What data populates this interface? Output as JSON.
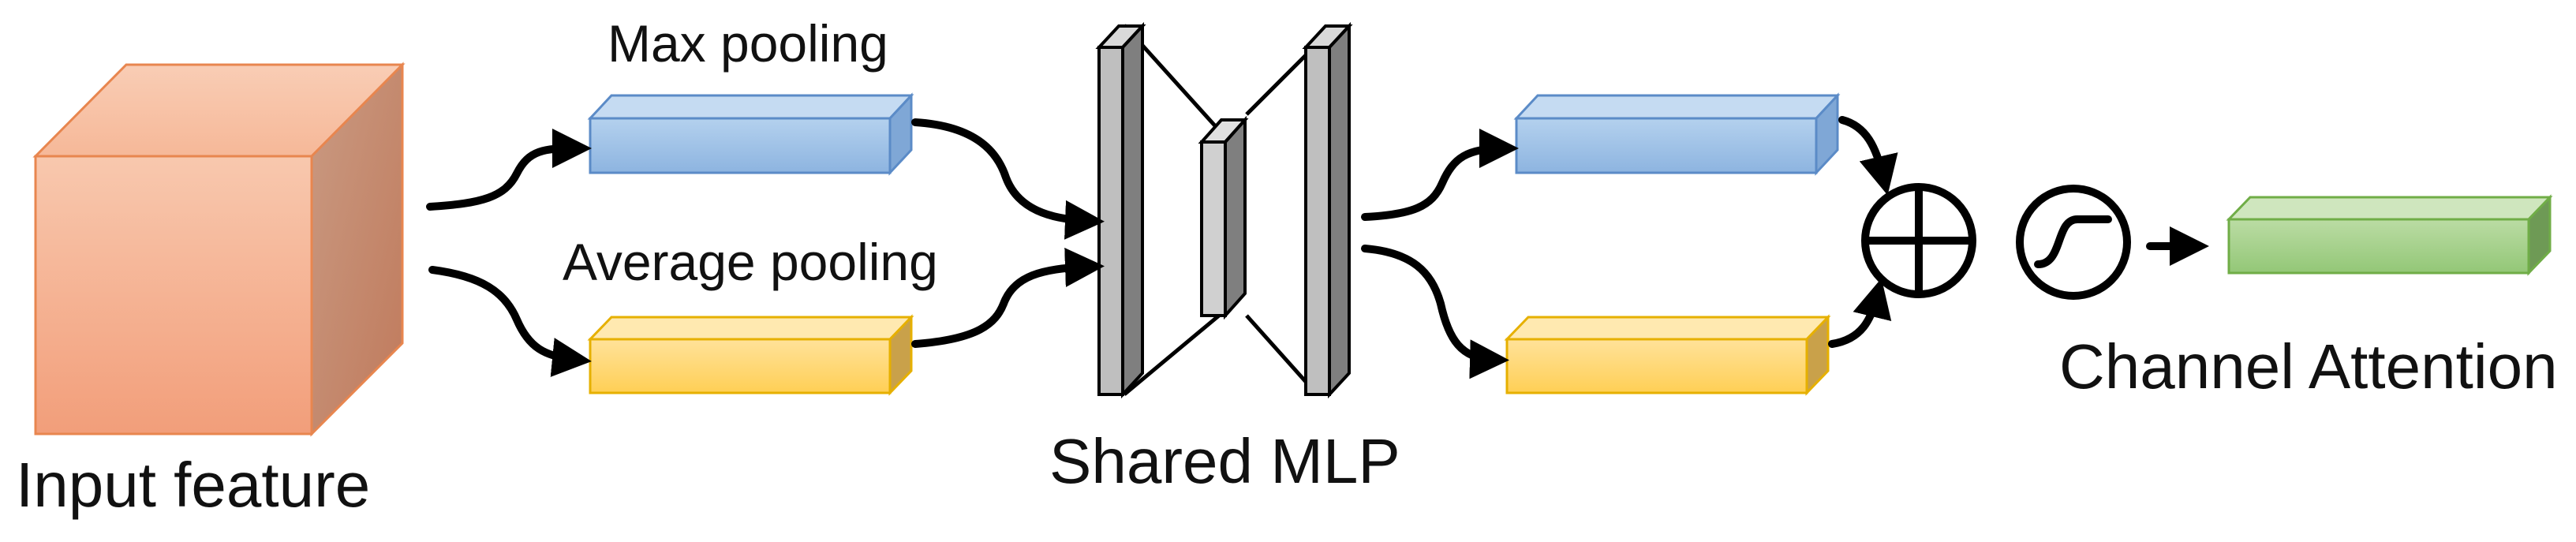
{
  "labels": {
    "input_feature": "Input feature",
    "max_pooling": "Max pooling",
    "average_pooling": "Average pooling",
    "shared_mlp": "Shared MLP",
    "channel_attention": "Channel Attention"
  },
  "symbols": {
    "sum": "sum-operator-icon",
    "sigmoid": "sigmoid-icon"
  },
  "colors": {
    "input_cube": "#F4A482",
    "max_bar": "#9DC3E6",
    "avg_bar": "#FFD966",
    "mlp_layer": "#BFBFBF",
    "attention_bar": "#A9D18E",
    "arrow": "#000000"
  }
}
